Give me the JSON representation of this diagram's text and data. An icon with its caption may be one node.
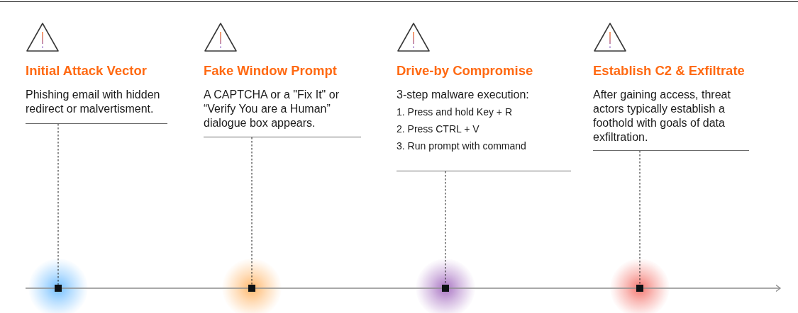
{
  "diagram": {
    "nodes": [
      {
        "text": [
          "Initial Attack Vector",
          "Phishing email with hidden redirect or malvertisment."
        ]
      },
      {
        "text": [
          "Fake Window Prompt",
          "A CAPTCHA or a \"Fix It\" or “Verify You are a Human” dialogue box appears."
        ]
      },
      {
        "text": [
          "Drive-by Compromise",
          "3-step malware execution:",
          "1. Press and hold Key + R",
          "2. Press CTRL + V",
          "3. Run prompt with command"
        ]
      },
      {
        "text": [
          "Establish C2 & Exfiltrate",
          "After gaining access, threat actors typically establish a foothold with goals of data exfiltration."
        ]
      },
      {
        "text": [],
        "shape": "box"
      },
      {
        "text": [],
        "shape": "box"
      },
      {
        "text": [],
        "shape": "box"
      },
      {
        "text": [],
        "shape": "box"
      }
    ],
    "edges": [
      {
        "from": 0,
        "to": 4,
        "arrow": "none",
        "style": "dashed"
      },
      {
        "from": 1,
        "to": 5,
        "arrow": "none",
        "style": "dashed"
      },
      {
        "from": 2,
        "to": 6,
        "arrow": "none",
        "style": "dashed"
      },
      {
        "from": 3,
        "to": 7,
        "arrow": "none",
        "style": "dashed"
      }
    ]
  }
}
